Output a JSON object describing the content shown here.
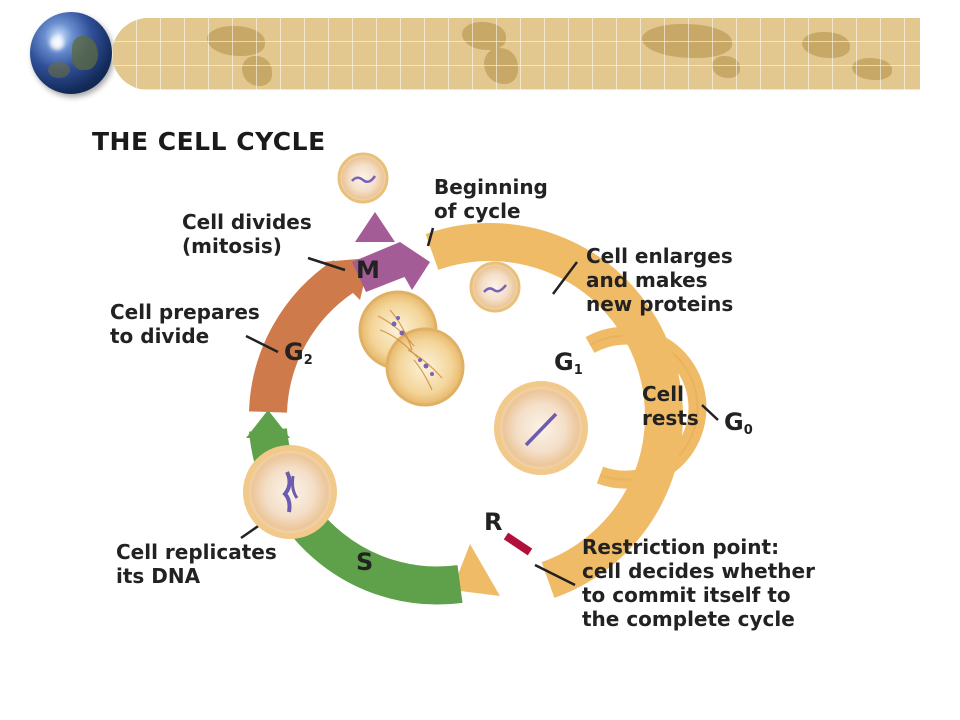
{
  "title": "THE CELL CYCLE",
  "labels": {
    "beginning": [
      "Beginning",
      "of cycle"
    ],
    "divides": [
      "Cell divides",
      "(mitosis)"
    ],
    "prepares": [
      "Cell prepares",
      "to divide"
    ],
    "enlarges": [
      "Cell enlarges",
      "and makes",
      "new proteins"
    ],
    "rests": [
      "Cell",
      "rests"
    ],
    "replicates": [
      "Cell replicates",
      "its DNA"
    ],
    "restriction": [
      "Restriction point:",
      "cell decides whether",
      "to commit itself to",
      "the complete cycle"
    ]
  },
  "phases": {
    "m": "M",
    "g1": "G",
    "g1_sub": "1",
    "g2": "G",
    "g2_sub": "2",
    "g0": "G",
    "g0_sub": "0",
    "s": "S",
    "r": "R"
  },
  "colors": {
    "g1": "#f0bb66",
    "g2": "#cf7a4a",
    "m": "#a45c96",
    "s": "#5fa04a",
    "restriction_mark": "#b0103a",
    "map_bg": "#e2c88e"
  }
}
